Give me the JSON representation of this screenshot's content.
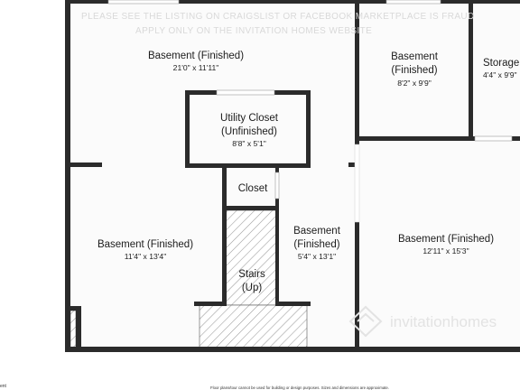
{
  "watermark": {
    "line1": "PLEASE SEE THE LISTING ON CRAIGSLIST OR FACEBOOK MARKETPLACE IS FRAUD",
    "line2": "APPLY ONLY ON THE INVITATION HOMES WEBSITE",
    "brand": "invitationhomes"
  },
  "rooms": {
    "basement_main": {
      "name": "Basement (Finished)",
      "dims": "21'0\" x 11'11\""
    },
    "basement_top_right": {
      "name_line1": "Basement",
      "name_line2": "(Finished)",
      "dims": "8'2\" x 9'9\""
    },
    "storage": {
      "name": "Storage",
      "dims": "4'4\" x 9'9\""
    },
    "utility_closet": {
      "name_line1": "Utility Closet",
      "name_line2": "(Unfinished)",
      "dims": "8'8\" x 5'1\""
    },
    "closet": {
      "name": "Closet"
    },
    "basement_left": {
      "name": "Basement (Finished)",
      "dims": "11'4\" x 13'4\""
    },
    "basement_middle": {
      "name_line1": "Basement",
      "name_line2": "(Finished)",
      "dims": "5'4\" x 13'1\""
    },
    "stairs": {
      "name_line1": "Stairs",
      "name_line2": "(Up)"
    },
    "basement_right": {
      "name": "Basement (Finished)",
      "dims": "12'11\" x 15'3\""
    }
  },
  "footer": {
    "disclaimer": "Floor plans/tour cannot be used for building or design purposes. Sizes and dimensions are approximate.",
    "cut_label": "ent"
  }
}
